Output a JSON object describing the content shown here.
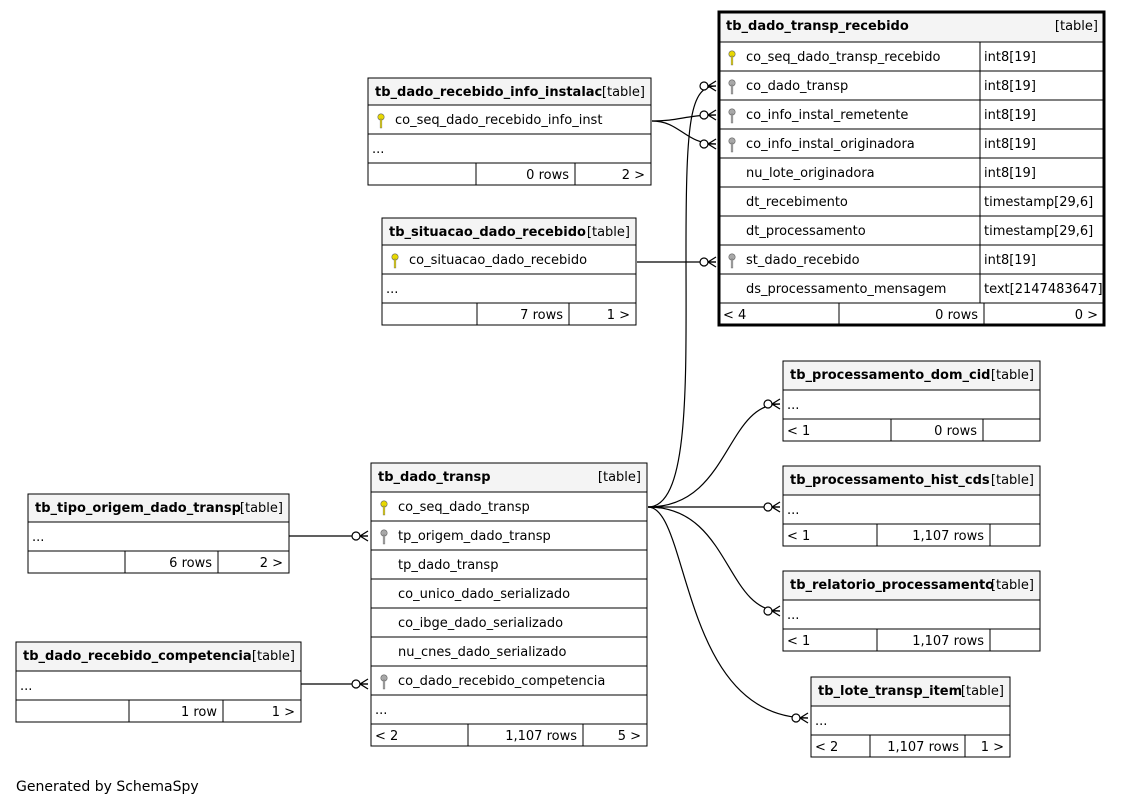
{
  "footer": "Generated by SchemaSpy",
  "tables": [
    {
      "name": "tb_dado_recebido_info_instalac",
      "tag": "[table]",
      "columns": [
        {
          "name": "co_seq_dado_recebido_info_inst",
          "key": "pk"
        },
        {
          "name": "...",
          "key": ""
        }
      ],
      "footer": [
        "",
        "0 rows",
        "2 >"
      ]
    },
    {
      "name": "tb_situacao_dado_recebido",
      "tag": "[table]",
      "columns": [
        {
          "name": "co_situacao_dado_recebido",
          "key": "pk"
        },
        {
          "name": "...",
          "key": ""
        }
      ],
      "footer": [
        "",
        "7 rows",
        "1 >"
      ]
    },
    {
      "name": "tb_dado_transp_recebido",
      "tag": "[table]",
      "focus": true,
      "columns": [
        {
          "name": "co_seq_dado_transp_recebido",
          "type": "int8[19]",
          "key": "pk"
        },
        {
          "name": "co_dado_transp",
          "type": "int8[19]",
          "key": "fk"
        },
        {
          "name": "co_info_instal_remetente",
          "type": "int8[19]",
          "key": "fk"
        },
        {
          "name": "co_info_instal_originadora",
          "type": "int8[19]",
          "key": "fk"
        },
        {
          "name": "nu_lote_originadora",
          "type": "int8[19]",
          "key": ""
        },
        {
          "name": "dt_recebimento",
          "type": "timestamp[29,6]",
          "key": ""
        },
        {
          "name": "dt_processamento",
          "type": "timestamp[29,6]",
          "key": ""
        },
        {
          "name": "st_dado_recebido",
          "type": "int8[19]",
          "key": "fk"
        },
        {
          "name": "ds_processamento_mensagem",
          "type": "text[2147483647]",
          "key": ""
        }
      ],
      "footer": [
        "< 4",
        "0 rows",
        "0 >"
      ]
    },
    {
      "name": "tb_processamento_dom_cid",
      "tag": "[table]",
      "columns": [
        {
          "name": "...",
          "key": ""
        }
      ],
      "footer": [
        "< 1",
        "0 rows",
        ""
      ]
    },
    {
      "name": "tb_processamento_hist_cds",
      "tag": "[table]",
      "columns": [
        {
          "name": "...",
          "key": ""
        }
      ],
      "footer": [
        "< 1",
        "1,107 rows",
        ""
      ]
    },
    {
      "name": "tb_relatorio_processamento",
      "tag": "[table]",
      "columns": [
        {
          "name": "...",
          "key": ""
        }
      ],
      "footer": [
        "< 1",
        "1,107 rows",
        ""
      ]
    },
    {
      "name": "tb_lote_transp_item",
      "tag": "[table]",
      "columns": [
        {
          "name": "...",
          "key": ""
        }
      ],
      "footer": [
        "< 2",
        "1,107 rows",
        "1 >"
      ]
    },
    {
      "name": "tb_dado_transp",
      "tag": "[table]",
      "columns": [
        {
          "name": "co_seq_dado_transp",
          "key": "pk"
        },
        {
          "name": "tp_origem_dado_transp",
          "key": "fk"
        },
        {
          "name": "tp_dado_transp",
          "key": ""
        },
        {
          "name": "co_unico_dado_serializado",
          "key": ""
        },
        {
          "name": "co_ibge_dado_serializado",
          "key": ""
        },
        {
          "name": "nu_cnes_dado_serializado",
          "key": ""
        },
        {
          "name": "co_dado_recebido_competencia",
          "key": "fk"
        },
        {
          "name": "...",
          "key": ""
        }
      ],
      "footer": [
        "< 2",
        "1,107 rows",
        "5 >"
      ]
    },
    {
      "name": "tb_tipo_origem_dado_transp",
      "tag": "[table]",
      "columns": [
        {
          "name": "...",
          "key": ""
        }
      ],
      "footer": [
        "",
        "6 rows",
        "2 >"
      ]
    },
    {
      "name": "tb_dado_recebido_competencia",
      "tag": "[table]",
      "columns": [
        {
          "name": "...",
          "key": ""
        }
      ],
      "footer": [
        "",
        "1 row",
        "1 >"
      ]
    }
  ],
  "colors": {
    "pk_key": "#e8d800",
    "fk_key": "#a8a8a8",
    "header_bg": "#f4f4f4",
    "border": "#000000"
  }
}
